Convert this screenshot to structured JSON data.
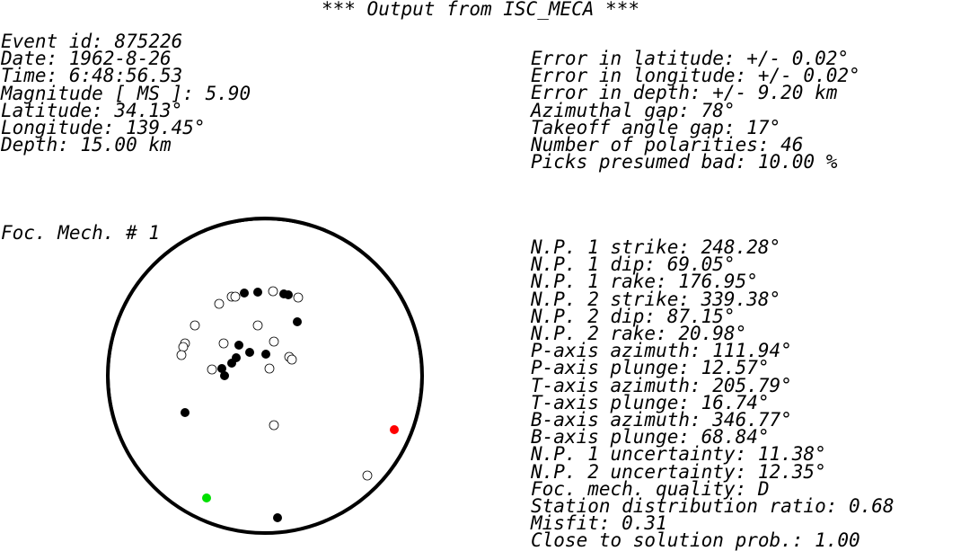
{
  "title": "*** Output from ISC_MECA ***",
  "event_info": [
    "Event id: 875226",
    "Date: 1962-8-26",
    "Time: 6:48:56.53",
    "Magnitude [ MS ]: 5.90",
    "Latitude: 34.13°",
    "Longitude: 139.45°",
    "Depth: 15.00 km"
  ],
  "error_info": [
    "Error in latitude: +/- 0.02°",
    "Error in longitude: +/- 0.02°",
    "Error in depth: +/- 9.20 km",
    "Azimuthal gap: 78°",
    "Takeoff angle gap: 17°",
    "Number of polarities: 46",
    "Picks presumed bad: 10.00 %"
  ],
  "mechanism_label": "Foc. Mech. # 1",
  "mechanism_params": [
    "N.P. 1 strike: 248.28°",
    "N.P. 1 dip: 69.05°",
    "N.P. 1 rake: 176.95°",
    "N.P. 2 strike: 339.38°",
    "N.P. 2 dip: 87.15°",
    "N.P. 2 rake: 20.98°",
    "P-axis azimuth: 111.94°",
    "P-axis plunge: 12.57°",
    "T-axis azimuth: 205.79°",
    "T-axis plunge: 16.74°",
    "B-axis azimuth: 346.77°",
    "B-axis plunge: 68.84°",
    "N.P. 1 uncertainty: 11.38°",
    "N.P. 2 uncertainty: 12.35°",
    "Foc. mech. quality: D",
    "Station distribution ratio: 0.68",
    "Misfit: 0.31",
    "Close to solution prob.: 1.00"
  ],
  "colors": {
    "compression": "#000000",
    "dilatation": "#ffffff",
    "p_axis": "#ff0000",
    "t_axis": "#00e000",
    "alt_planes": "#666666"
  }
}
